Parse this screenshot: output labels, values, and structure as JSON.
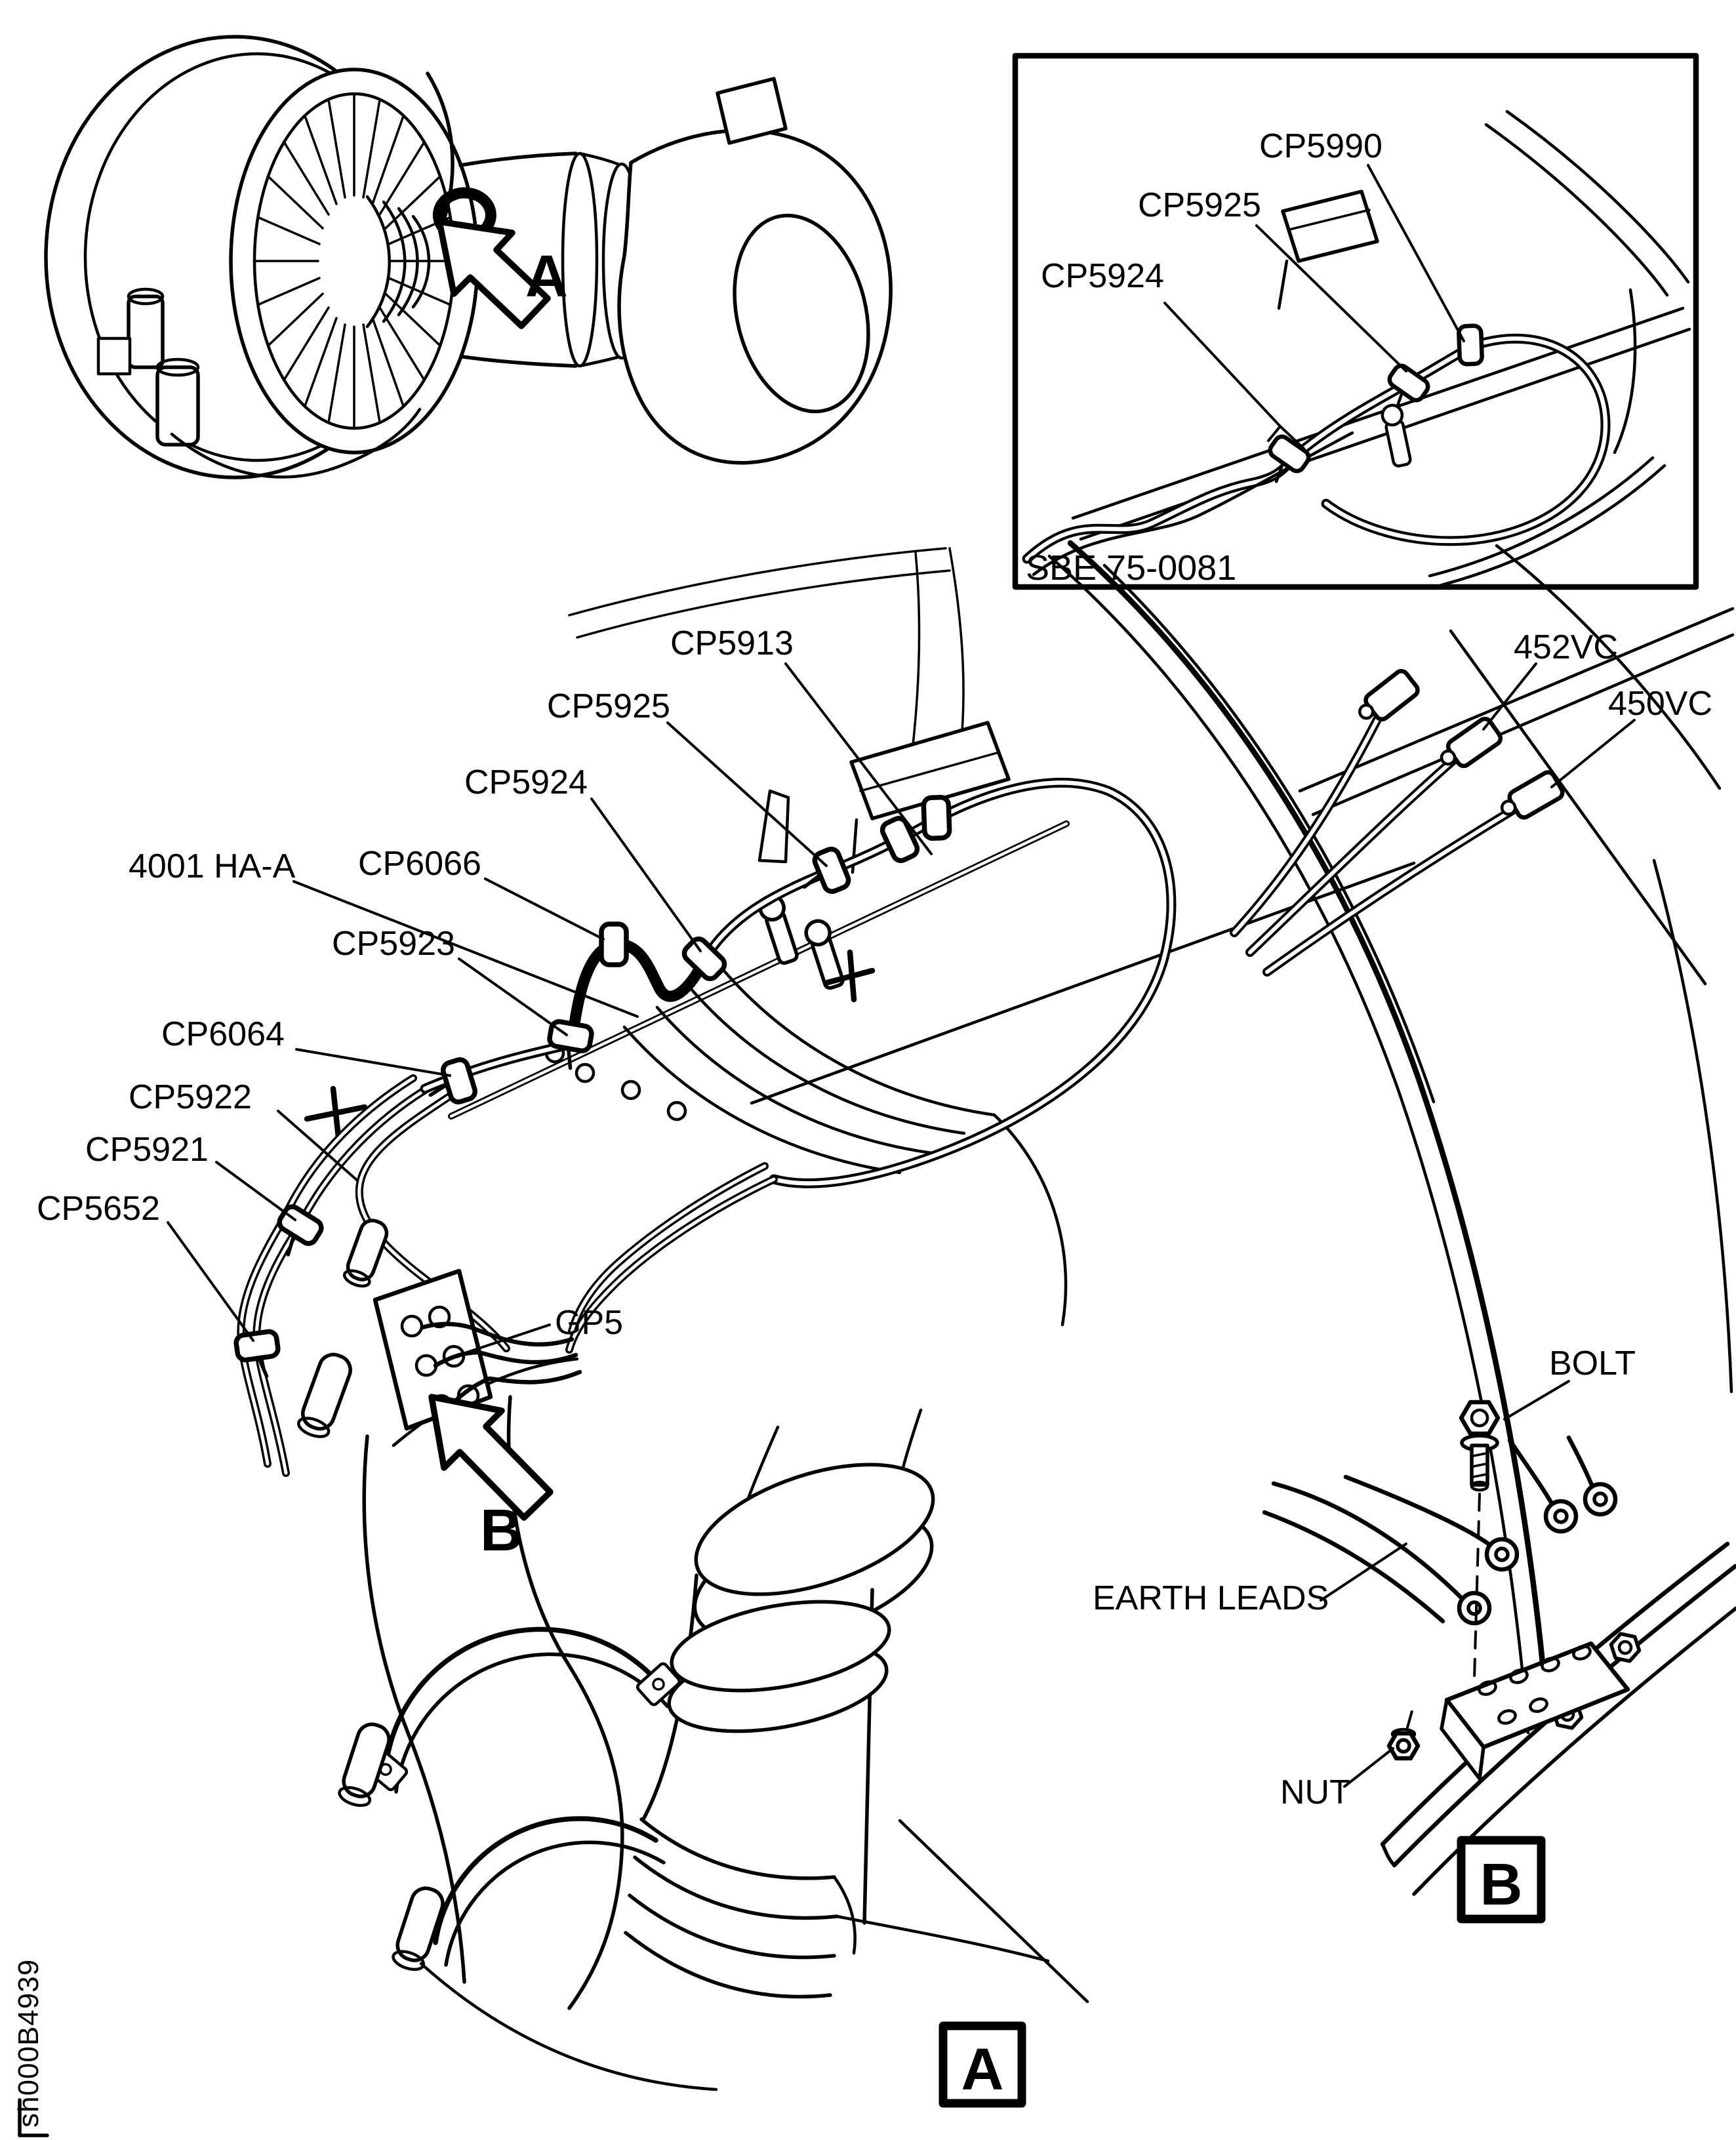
{
  "sheet": {
    "code": "sh000B4939"
  },
  "colors": {
    "ink": "#000000",
    "paper": "#ffffff"
  },
  "overview": {
    "arrow": "A"
  },
  "inset": {
    "caption": "SBE 75-0081",
    "cp5990": "CP5990",
    "cp5925": "CP5925",
    "cp5924": "CP5924"
  },
  "main": {
    "cp5913": "CP5913",
    "cp5925": "CP5925",
    "cp5924": "CP5924",
    "harness": "4001 HA-A",
    "cp6066": "CP6066",
    "cp5923": "CP5923",
    "cp6064": "CP6064",
    "cp5922": "CP5922",
    "cp5921": "CP5921",
    "cp5652": "CP5652",
    "gp5": "GP5",
    "vc452": "452VC",
    "vc450": "450VC",
    "arrow": "B",
    "marker": "A"
  },
  "detail_b": {
    "bolt": "BOLT",
    "earth_leads": "EARTH LEADS",
    "nut": "NUT",
    "marker": "B"
  }
}
